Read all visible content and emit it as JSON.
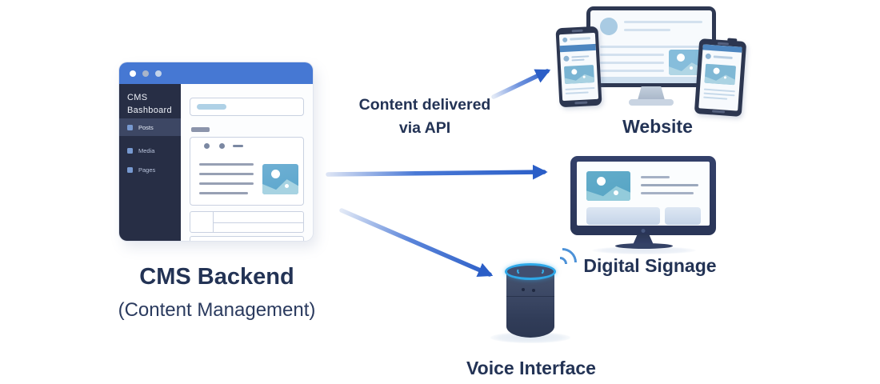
{
  "cms_window": {
    "sidebar": {
      "title_line1": "CMS",
      "title_line2": "Bashboard",
      "items": [
        {
          "label": "Posts",
          "active": true
        },
        {
          "label": "Media",
          "active": false
        },
        {
          "label": "Pages",
          "active": false
        }
      ]
    }
  },
  "labels": {
    "backend_title": "CMS Backend",
    "backend_subtitle": "(Content Management)",
    "api_caption_line1": "Content delivered",
    "api_caption_line2": "via API",
    "website": "Website",
    "digital_signage": "Digital Signage",
    "voice_interface": "Voice Interface"
  },
  "arrows": [
    {
      "name": "to-website",
      "from": "cms-backend",
      "to": "website"
    },
    {
      "name": "to-digital-signage",
      "from": "cms-backend",
      "to": "digital-signage"
    },
    {
      "name": "to-voice-interface",
      "from": "cms-backend",
      "to": "voice-interface"
    }
  ],
  "colors": {
    "titlebar_blue": "#4678d3",
    "sidebar_navy": "#272e45",
    "label_navy": "#233355",
    "arrow_blue": "#2b5ec7",
    "device_frame_navy": "#2c3650",
    "media_thumb_blue": "#6fb0d4",
    "speaker_ring_cyan": "#2fa8e8"
  }
}
